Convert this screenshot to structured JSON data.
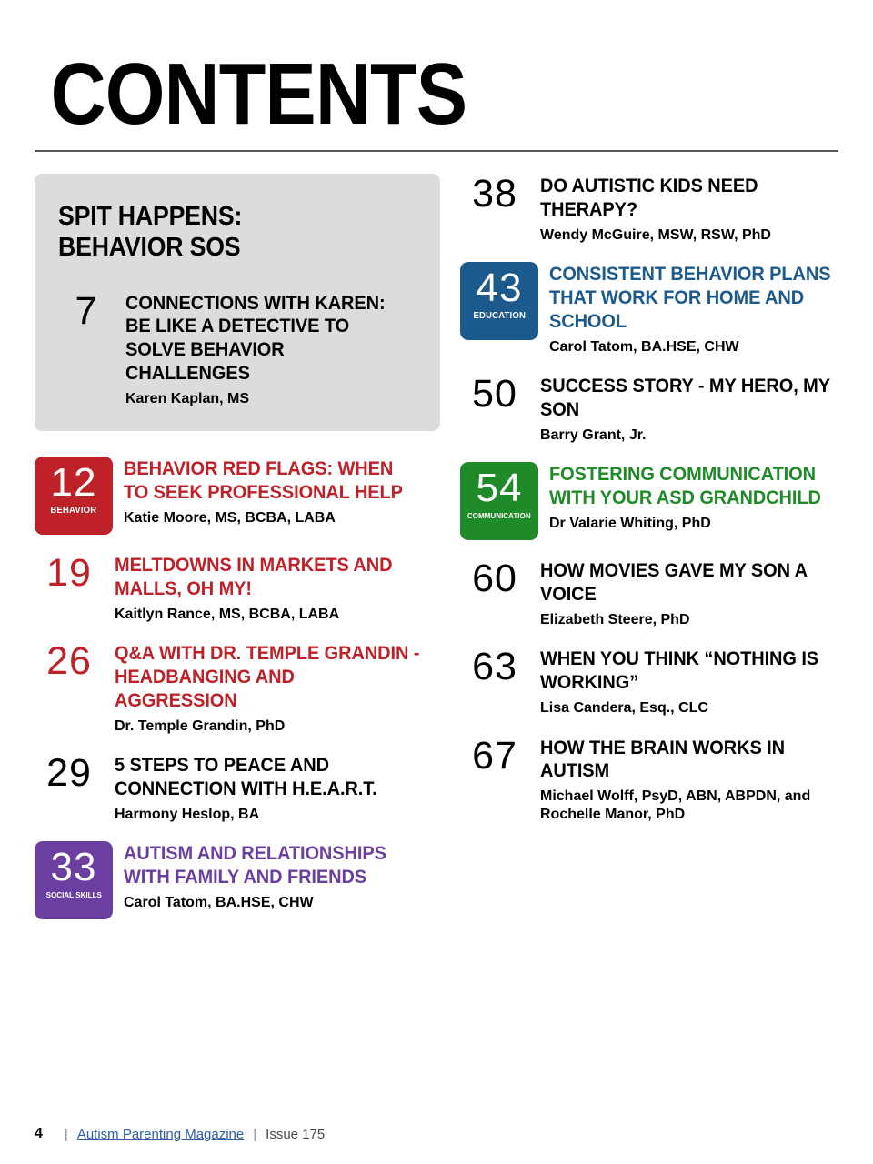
{
  "header": {
    "title": "CONTENTS"
  },
  "feature": {
    "heading_line1": "SPIT HAPPENS:",
    "heading_line2": "BEHAVIOR SOS",
    "entry": {
      "page": "7",
      "title": "CONNECTIONS WITH KAREN: BE LIKE A DETECTIVE TO SOLVE BEHAVIOR CHALLENGES",
      "author": "Karen Kaplan, MS"
    }
  },
  "left_column": [
    {
      "page": "12",
      "category": "BEHAVIOR",
      "badge_color": "#be2128",
      "title": "BEHAVIOR RED FLAGS: WHEN TO SEEK PROFESSIONAL HELP",
      "author": "Katie Moore, MS, BCBA, LABA",
      "title_color": "#be2128"
    },
    {
      "page": "19",
      "category": "",
      "badge_color": "",
      "title": "MELTDOWNS IN MARKETS AND MALLS, OH MY!",
      "author": "Kaitlyn Rance, MS, BCBA, LABA",
      "title_color": "#be2128"
    },
    {
      "page": "26",
      "category": "",
      "badge_color": "",
      "title": "Q&A WITH DR. TEMPLE GRANDIN - HEADBANGING AND AGGRESSION",
      "author": "Dr. Temple Grandin, PhD",
      "title_color": "#be2128"
    },
    {
      "page": "29",
      "category": "",
      "badge_color": "",
      "title": "5 STEPS TO PEACE AND CONNECTION WITH H.E.A.R.T.",
      "author": "Harmony Heslop, BA",
      "title_color": "#000000"
    },
    {
      "page": "33",
      "category": "SOCIAL SKILLS",
      "badge_color": "#6b3fa0",
      "title": "AUTISM AND RELATIONSHIPS WITH FAMILY AND FRIENDS",
      "author": "Carol Tatom, BA.HSE, CHW",
      "title_color": "#6b3fa0"
    }
  ],
  "right_column": [
    {
      "page": "38",
      "category": "",
      "badge_color": "",
      "title": "DO AUTISTIC KIDS NEED THERAPY?",
      "author": "Wendy McGuire, MSW, RSW, PhD",
      "title_color": "#000000"
    },
    {
      "page": "43",
      "category": "EDUCATION",
      "badge_color": "#1c5a8e",
      "title": "CONSISTENT BEHAVIOR PLANS THAT WORK FOR HOME AND SCHOOL",
      "author": "Carol Tatom, BA.HSE, CHW",
      "title_color": "#1c5a8e"
    },
    {
      "page": "50",
      "category": "",
      "badge_color": "",
      "title": "SUCCESS STORY - MY HERO, MY SON",
      "author": "Barry Grant, Jr.",
      "title_color": "#000000"
    },
    {
      "page": "54",
      "category": "COMMUNICATION",
      "badge_color": "#1e8a28",
      "title": "FOSTERING COMMUNICATION WITH YOUR ASD GRANDCHILD",
      "author": "Dr Valarie Whiting, PhD",
      "title_color": "#1e8a28"
    },
    {
      "page": "60",
      "category": "",
      "badge_color": "",
      "title": "HOW MOVIES GAVE MY SON A VOICE",
      "author": "Elizabeth Steere, PhD",
      "title_color": "#000000"
    },
    {
      "page": "63",
      "category": "",
      "badge_color": "",
      "title": "WHEN YOU THINK “NOTHING IS WORKING”",
      "author": "Lisa Candera, Esq., CLC",
      "title_color": "#000000"
    },
    {
      "page": "67",
      "category": "",
      "badge_color": "",
      "title": "HOW THE BRAIN WORKS IN AUTISM",
      "author": "Michael Wolff, PsyD, ABN, ABPDN, and Rochelle Manor, PhD",
      "title_color": "#000000"
    }
  ],
  "footer": {
    "page_number": "4",
    "separator": "|",
    "magazine": "Autism Parenting Magazine",
    "issue": "Issue 175"
  }
}
